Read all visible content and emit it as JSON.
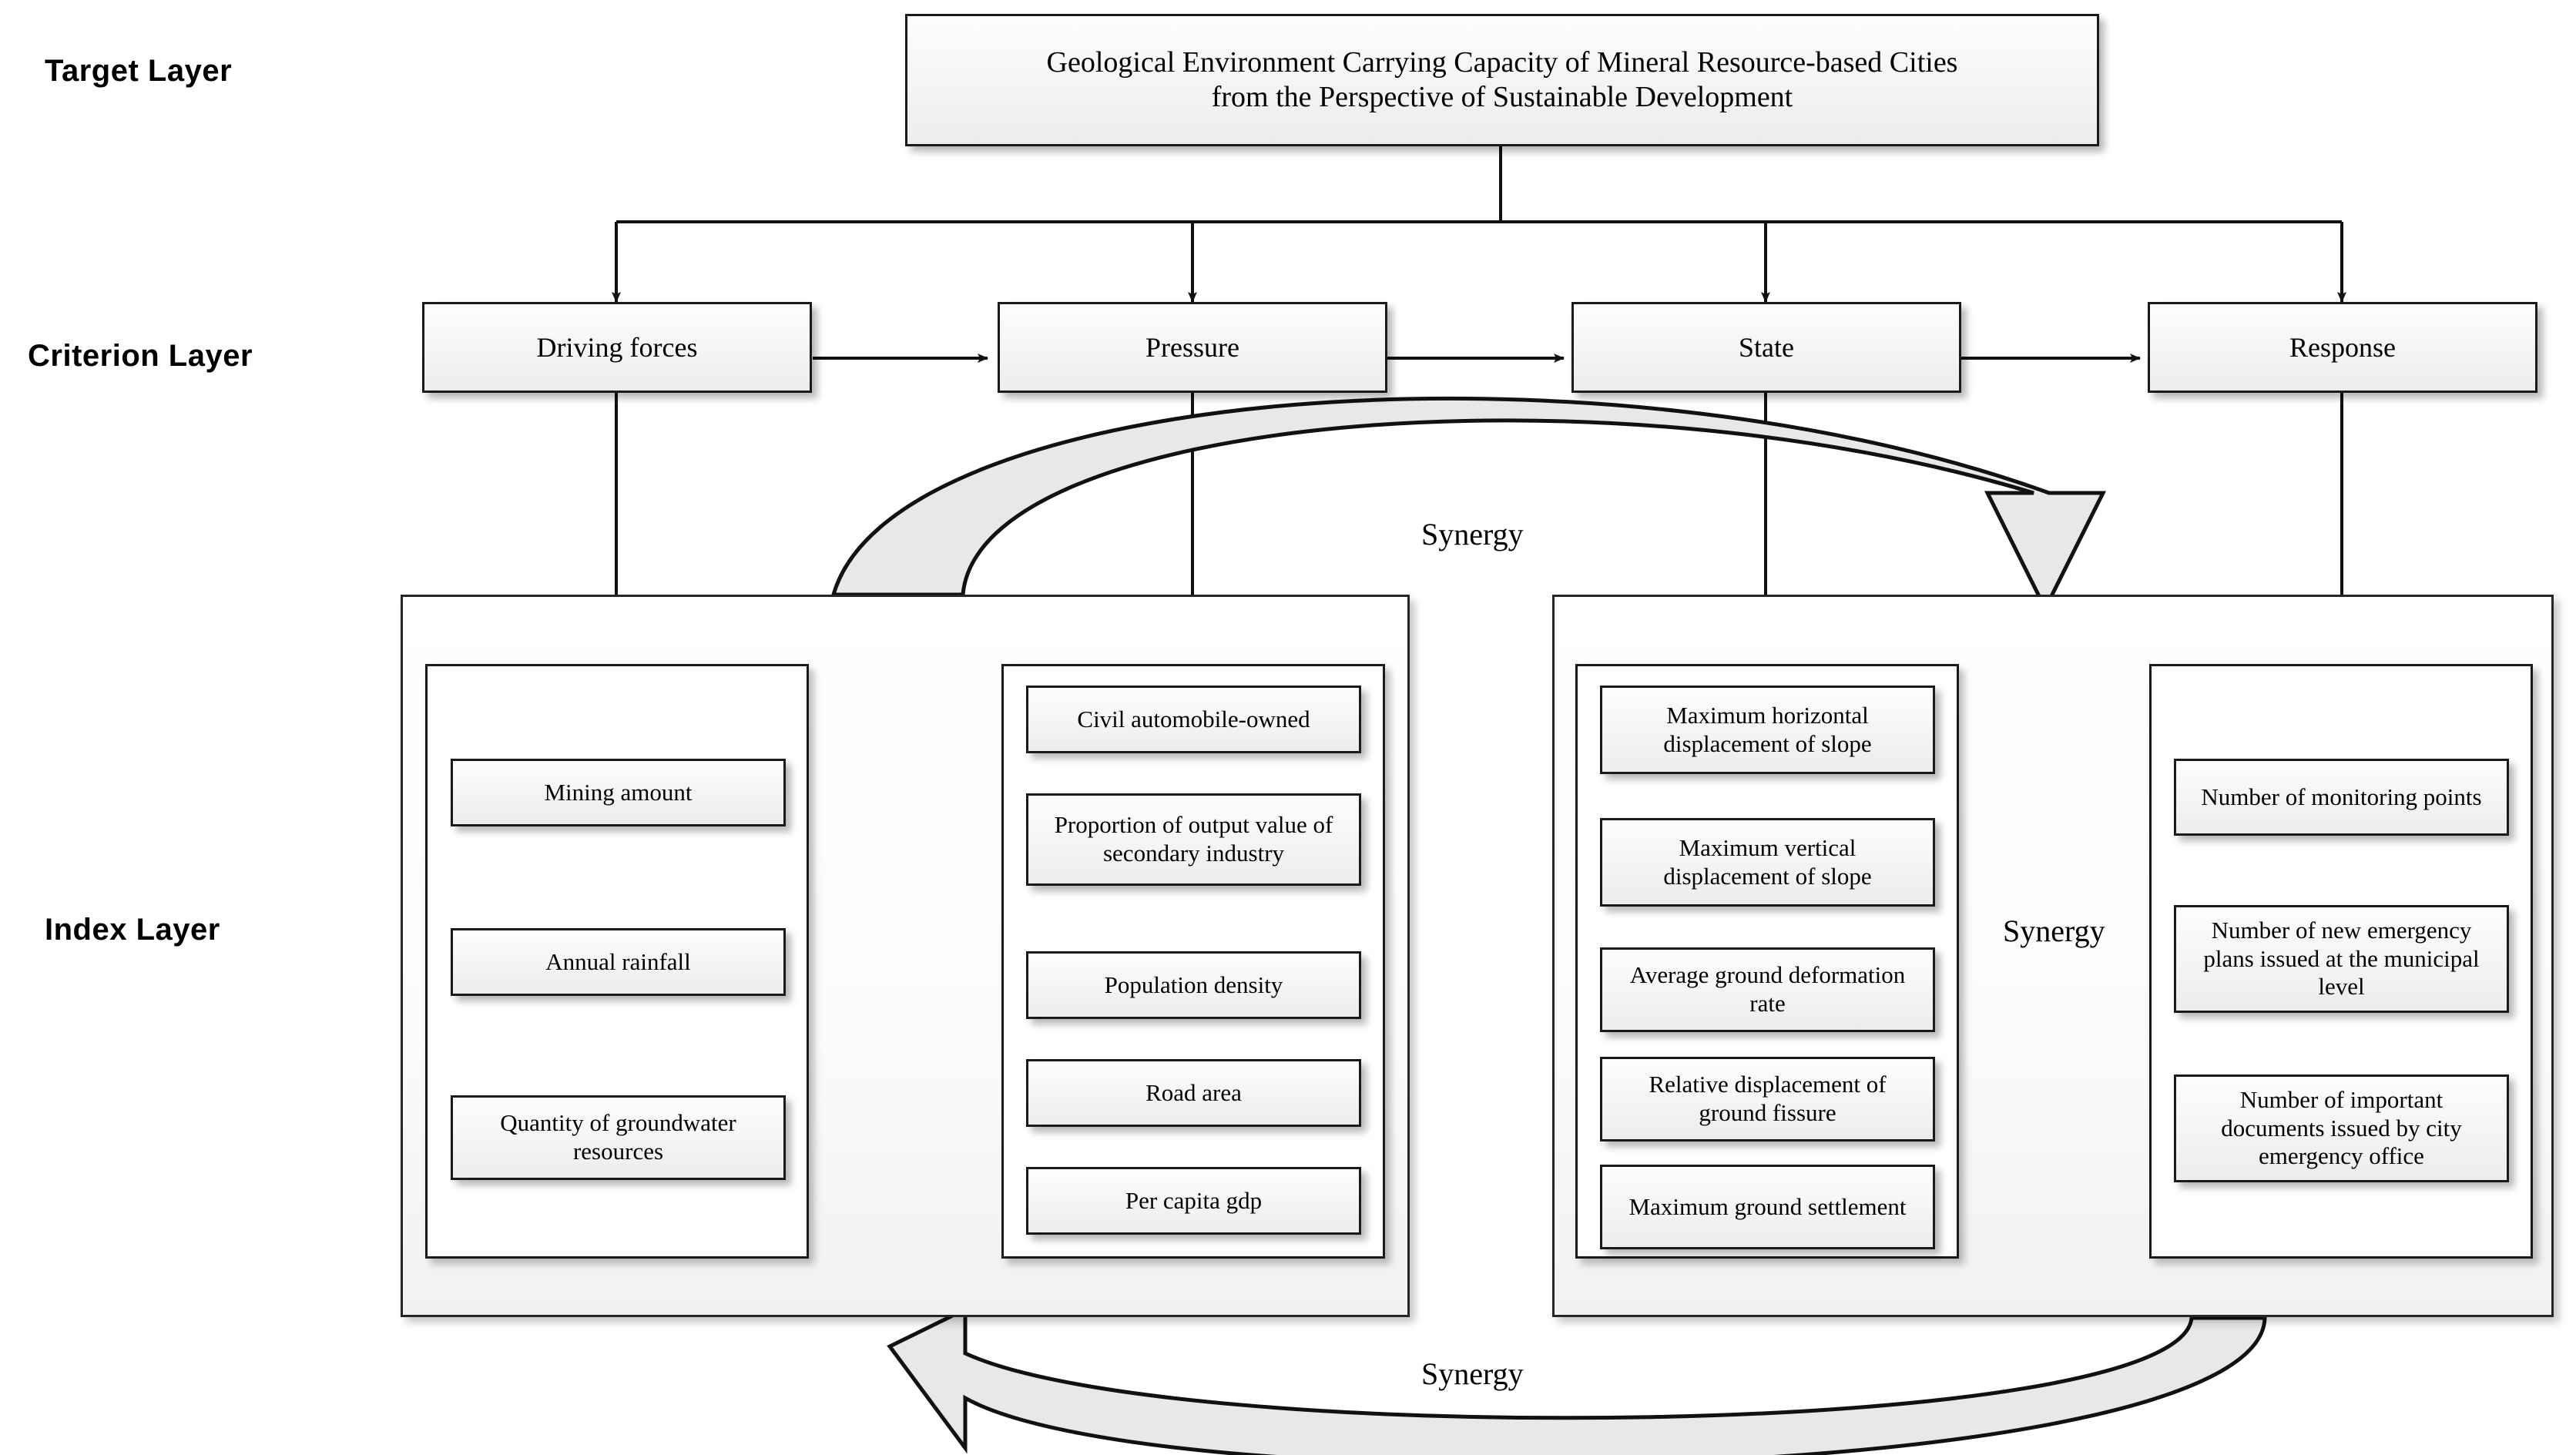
{
  "diagram": {
    "title": "Geological Environment Carrying Capacity of Mineral Resource-based Cities from the Perspective of Sustainable Development",
    "layer_labels": {
      "target": "Target Layer",
      "criterion": "Criterion Layer",
      "index": "Index Layer"
    },
    "target_layer": {
      "line1": "Geological Environment Carrying Capacity of Mineral Resource-based Cities",
      "line2": "from the Perspective of Sustainable Development"
    },
    "criterion_layer": {
      "items": [
        {
          "label": "Driving forces"
        },
        {
          "label": "Pressure"
        },
        {
          "label": "State"
        },
        {
          "label": "Response"
        }
      ]
    },
    "index_layer": {
      "groups": [
        {
          "parent": "Driving forces",
          "items": [
            "Mining amount",
            "Annual rainfall",
            "Quantity of groundwater resources"
          ]
        },
        {
          "parent": "Pressure",
          "items": [
            "Civil automobile-owned",
            "Proportion of output value of secondary industry",
            "Population density",
            "Road area",
            "Per capita gdp"
          ]
        },
        {
          "parent": "State",
          "items": [
            "Maximum horizontal displacement of slope",
            "Maximum vertical displacement of slope",
            "Average ground deformation rate",
            "Relative displacement of ground fissure",
            "Maximum ground settlement"
          ]
        },
        {
          "parent": "Response",
          "items": [
            "Number of monitoring points",
            "Number of new emergency plans issued at the municipal level",
            "Number of important documents issued by city emergency office"
          ]
        }
      ]
    },
    "annotations": {
      "synergy_top": "Synergy",
      "synergy_middle": "Synergy",
      "synergy_bottom": "Synergy"
    },
    "colors": {
      "line": "#111111",
      "box_border": "#1a1a1a",
      "block_arrow_fill": "#e8e8e8",
      "text": "#000000",
      "background": "#ffffff"
    }
  }
}
